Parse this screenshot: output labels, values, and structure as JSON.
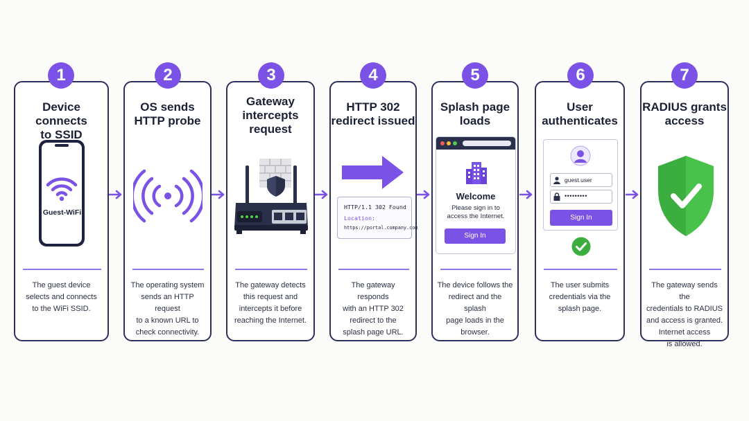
{
  "steps": [
    {
      "number": "1",
      "title": [
        "Device connects",
        "to SSID"
      ],
      "desc": [
        "The guest device",
        "selects and connects",
        "to the WiFi SSID."
      ]
    },
    {
      "number": "2",
      "title": [
        "OS sends",
        "HTTP probe"
      ],
      "desc": [
        "The operating system",
        "sends an HTTP request",
        "to a known URL to",
        "check connectivity."
      ]
    },
    {
      "number": "3",
      "title": [
        "Gateway",
        "intercepts",
        "request"
      ],
      "desc": [
        "The gateway detects",
        "this request and",
        "intercepts it before",
        "reaching the Internet."
      ]
    },
    {
      "number": "4",
      "title": [
        "HTTP 302",
        "redirect issued"
      ],
      "desc": [
        "The gateway responds",
        "with an HTTP 302",
        "redirect to the",
        "splash page URL."
      ]
    },
    {
      "number": "5",
      "title": [
        "Splash page",
        "loads"
      ],
      "desc": [
        "The device follows the",
        "redirect and the splash",
        "page loads in the",
        "browser."
      ]
    },
    {
      "number": "6",
      "title": [
        "User",
        "authenticates"
      ],
      "desc": [
        "The user submits",
        "credentials via the",
        "splash page."
      ]
    },
    {
      "number": "7",
      "title": [
        "RADIUS grants",
        "access"
      ],
      "desc": [
        "The gateway sends the",
        "credentials to RADIUS",
        "and access is granted.",
        "Internet access",
        "is allowed."
      ]
    }
  ],
  "phone": {
    "ssid_label": "Guest-WiFi"
  },
  "redirect": {
    "status_line": "HTTP/1.1 302 Found",
    "location_label": "Location:",
    "location_url": "https://portal.company.com"
  },
  "splash": {
    "welcome": "Welcome",
    "message": [
      "Please sign in to",
      "access the Internet."
    ],
    "button": "Sign In"
  },
  "login": {
    "username": "guest.user",
    "password": "•••••••••",
    "button": "Sign In"
  },
  "icons": {
    "wifi": "wifi-icon",
    "signal": "signal-waves-icon",
    "router": "router-icon",
    "firewall": "firewall-icon",
    "arrow": "arrow-right-icon",
    "building": "building-icon",
    "user": "user-icon",
    "lock": "lock-icon",
    "check": "checkmark-icon",
    "shield": "shield-check-icon"
  },
  "colors": {
    "accent": "#7b52e6",
    "border": "#2c2f5c",
    "success": "#3cae3f",
    "title": "#1c2036"
  }
}
